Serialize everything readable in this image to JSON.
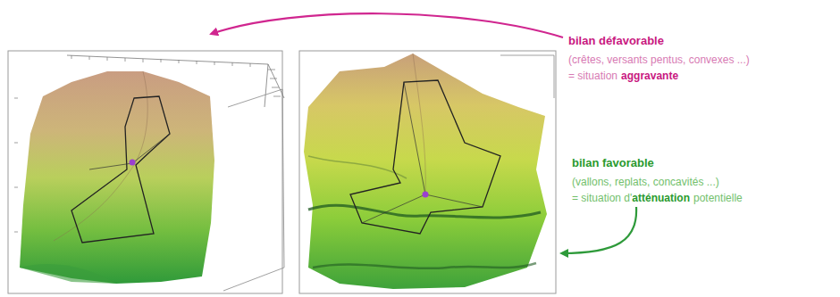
{
  "diagram": {
    "labels": [
      "bilan défavorable",
      "(crêtes, versants pentus, convexes ...)",
      "= situation",
      "aggravante",
      "bilan favorable",
      "(vallons, replats, concavités ...)",
      "= situation d'",
      "atténuation",
      "potentielle"
    ]
  }
}
